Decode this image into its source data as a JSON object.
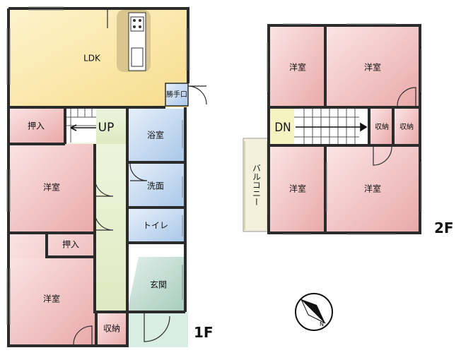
{
  "floor1": {
    "label": "1F",
    "rooms": {
      "ldk": "LDK",
      "back_door": "勝手口",
      "closet_top": "押入",
      "western_mid": "洋室",
      "closet_mid": "押入",
      "western_bottom": "洋室",
      "storage": "収納",
      "bath": "浴室",
      "washroom": "洗面",
      "toilet": "トイレ",
      "entrance": "玄関"
    },
    "stairs_label": "UP"
  },
  "floor2": {
    "label": "2F",
    "rooms": {
      "western_tl": "洋室",
      "western_tr": "洋室",
      "western_bl": "洋室",
      "western_br": "洋室",
      "storage_1": "収納",
      "storage_2": "収納",
      "balcony": "バルコニー"
    },
    "stairs_label": "DN"
  },
  "compass": {
    "north_label": "N"
  },
  "colors": {
    "ldk": "#fbe9b5",
    "western": "#f3c9c9",
    "bath": "#c8dcf0",
    "corridor": "#e9f0cf",
    "entrance": "#cfe5dc",
    "dn": "#f5f3c0",
    "balcony": "#f3f1dc",
    "wall": "#2b2b2b"
  }
}
